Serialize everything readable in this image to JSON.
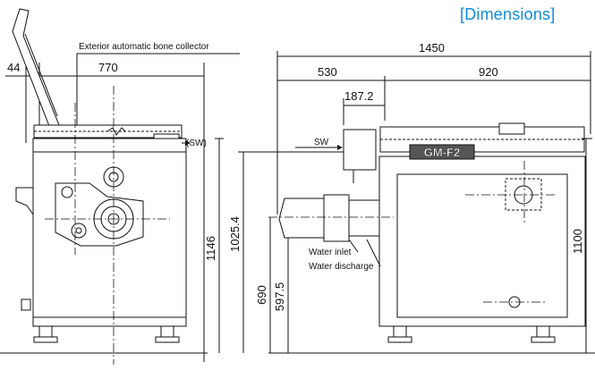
{
  "title": "[Dimensions]",
  "callouts": {
    "bone_collector": "Exterior automatic bone collector",
    "sw_paren": "(SW)",
    "sw": "SW",
    "water_inlet": "Water inlet",
    "water_discharge": "Water discharge",
    "model_plate": "GM-F2"
  },
  "front_view": {
    "dims": {
      "left_offset": "44",
      "top_width": "770",
      "height_total": "1146",
      "height_outlet": "1025.4"
    }
  },
  "side_view": {
    "dims": {
      "overall_width": "1450",
      "left_part": "530",
      "right_part": "920",
      "motor_width": "187.2",
      "height_total": "1100",
      "inlet_height": "690",
      "discharge_height": "597.5"
    }
  },
  "colors": {
    "title": "#0f8ad8",
    "line": "#111111",
    "plate_fill": "#555555"
  }
}
